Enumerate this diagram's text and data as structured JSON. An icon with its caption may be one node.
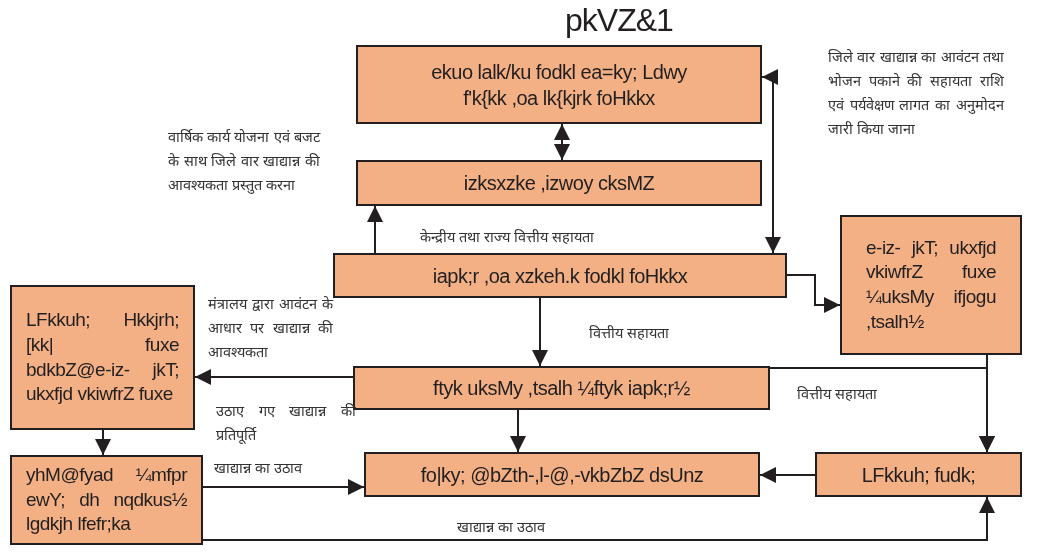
{
  "diagram": {
    "title": "pkVZ&1",
    "nodes": [
      {
        "text": [
          "ekuo lalk/ku fodkl ea=ky; Ldwy f'k{kk ,oa lk{kjrk foHkkx"
        ]
      },
      {
        "text": [
          "izksxzke ,izwoy cksMZ"
        ]
      },
      {
        "text": [
          "iapk;r ,oa xzkeh.k fodkl foHkkx"
        ]
      },
      {
        "text": [
          "e-iz- jkT; ukxfjd vkiwfrZ fuxe ¼uksMy ifjogu ,tsalh½"
        ]
      },
      {
        "text": [
          "LFkkuh; Hkkjrh; [kk| fuxe bdkbZ@e-iz- jkT; ukxfjd vkiwfrZ fuxe"
        ]
      },
      {
        "text": [
          "ftyk uksMy ,tsalh ¼ftyk iapk;r½"
        ]
      },
      {
        "text": [
          "yhM@fyad ¼mfpr ewY; dh nqdkus½ lgdkjh lfefr;ka"
        ]
      },
      {
        "text": [
          "fo|ky; @bZth-,l-@,-vkbZbZ dsUnz"
        ]
      },
      {
        "text": [
          "LFkkuh; fudk;"
        ]
      }
    ],
    "edges": [
      {
        "from": 0,
        "to": 1,
        "arrow": "both"
      },
      {
        "from": 2,
        "to": 1,
        "arrow": "to"
      },
      {
        "from": 2,
        "to": 0,
        "arrow": "both"
      },
      {
        "from": 2,
        "to": 3,
        "arrow": "to"
      },
      {
        "from": 2,
        "to": 5,
        "arrow": "to",
        "label": "वित्तीय सहायता"
      },
      {
        "from": 5,
        "to": 4,
        "arrow": "to"
      },
      {
        "from": 5,
        "to": 8,
        "arrow": "to",
        "label": "वित्तीय सहायता"
      },
      {
        "from": 3,
        "to": 8,
        "arrow": "to"
      },
      {
        "from": 5,
        "to": 7,
        "arrow": "to"
      },
      {
        "from": 4,
        "to": 6,
        "arrow": "to"
      },
      {
        "from": 6,
        "to": 7,
        "arrow": "to",
        "label": "खाद्यान्न का उठाव"
      },
      {
        "from": 8,
        "to": 7,
        "arrow": "to"
      },
      {
        "from": 6,
        "to": 8,
        "arrow": "to",
        "label": "खाद्यान्न का उठाव"
      }
    ],
    "labels": [
      "वार्षिक कार्य योजना एवं बजट के साथ जिले वार खाद्यान्न की आवश्यकता प्रस्तुत करना",
      "केन्द्रीय तथा राज्य वित्तीय सहायता",
      "जिले वार खाद्यान्न का आवंटन तथा भोजन पकाने की सहायता राशि एवं पर्यवेक्षण लागत का अनुमोदन जारी किया जाना",
      "मंत्रालय द्वारा आवंटन के आधार पर खाद्यान्न की आवश्यकता",
      "उठाए गए खाद्यान्न की प्रतिपूर्ति"
    ]
  }
}
